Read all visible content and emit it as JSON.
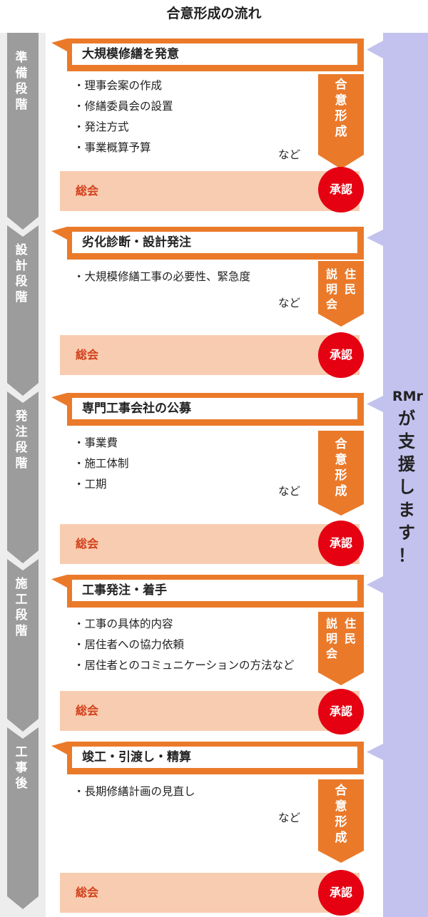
{
  "title": "合意形成の流れ",
  "rmr_support": {
    "latin": "RMr",
    "text": "が支援します！"
  },
  "colors": {
    "orange": "#ea7a2a",
    "gray": "#9c9c9c",
    "peach": "#f8ccb0",
    "red": "#e50012",
    "lavender": "#c3c2ee",
    "soukai_text": "#d2401c"
  },
  "stages": [
    {
      "label": "準備段階",
      "heading": "大規模修繕を発意",
      "items": [
        "理事会案の作成",
        "修繕委員会の設置",
        "発注方式",
        "事業概算予算"
      ],
      "nado": "など",
      "step_type": "consensus",
      "step_label": "合意形成",
      "soukai": "総会",
      "approval": "承認"
    },
    {
      "label": "設計段階",
      "heading": "劣化診断・設計発注",
      "items": [
        "大規模修繕工事の必要性、緊急度"
      ],
      "nado": "など",
      "step_type": "briefing",
      "step_cols": [
        "住民",
        "説明会"
      ],
      "soukai": "総会",
      "approval": "承認"
    },
    {
      "label": "発注段階",
      "heading": "専門工事会社の公募",
      "items": [
        "事業費",
        "施工体制",
        "工期"
      ],
      "nado": "など",
      "step_type": "consensus",
      "step_label": "合意形成",
      "soukai": "総会",
      "approval": "承認"
    },
    {
      "label": "施工段階",
      "heading": "工事発注・着手",
      "items": [
        "工事の具体的内容",
        "居住者への協力依頼",
        "居住者とのコミュニケーションの方法など"
      ],
      "nado": "",
      "step_type": "briefing",
      "step_cols": [
        "住民",
        "説明会"
      ],
      "soukai": "総会",
      "approval": "承認"
    },
    {
      "label": "工事後",
      "heading": "竣工・引渡し・精算",
      "items": [
        "長期修繕計画の見直し"
      ],
      "nado": "など",
      "step_type": "consensus",
      "step_label": "合意形成",
      "soukai": "総会",
      "approval": "承認"
    }
  ]
}
